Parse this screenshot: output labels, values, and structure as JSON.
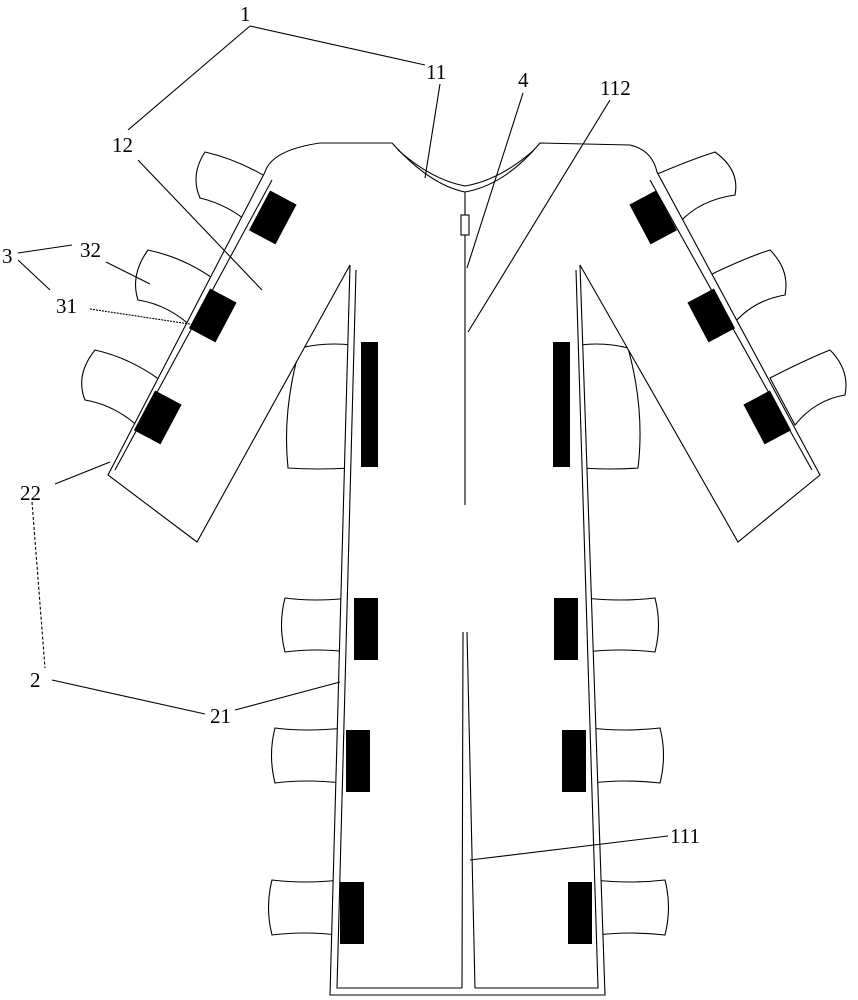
{
  "labels": {
    "l1": "1",
    "l11": "11",
    "l4": "4",
    "l112": "112",
    "l12": "12",
    "l3": "3",
    "l32": "32",
    "l31": "31",
    "l22": "22",
    "l2": "2",
    "l21": "21",
    "l111": "111"
  }
}
